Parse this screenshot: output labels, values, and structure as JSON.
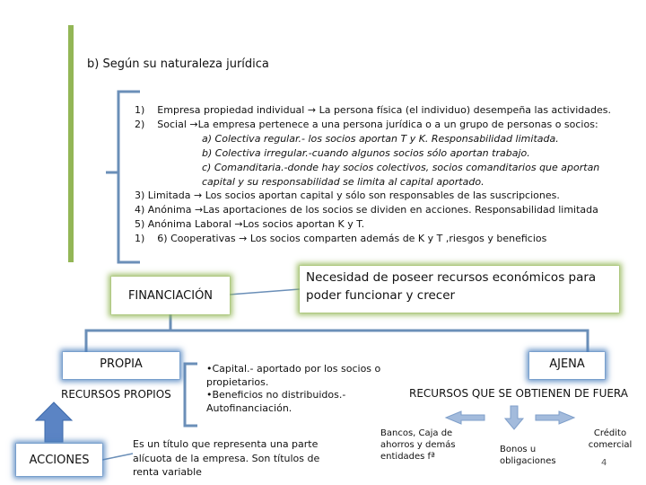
{
  "heading": "b) Según su naturaleza jurídica",
  "list": {
    "item1_num": "1)",
    "item1": "Empresa propiedad individual",
    "item1_rest": "La persona física (el individuo) desempeña las actividades.",
    "item2_num": "2)",
    "item2": "Social",
    "item2_rest": "La empresa pertenece a una persona jurídica o a un grupo de personas o socios:",
    "item2_a": "a) Colectiva regular.- los socios aportan T y K. Responsabilidad limitada.",
    "item2_b": "b) Colectiva irregular.-cuando algunos socios sólo aportan trabajo.",
    "item2_c1": "c) Comanditaria.-donde hay socios colectivos, socios comanditarios que aportan",
    "item2_c2": "capital  y su responsabilidad se limita al capital aportado.",
    "item3": "3) Limitada",
    "item3_rest": "Los socios aportan capital y sólo son responsables de las suscripciones.",
    "item4": "4) Anónima",
    "item4_rest": "Las aportaciones de los socios se dividen en acciones. Responsabilidad limitada",
    "item5": "5) Anónima Laboral",
    "item5_rest": "Los socios aportan K y T.",
    "item6_num": "1)",
    "item6": "6) Cooperativas",
    "item6_rest": "Los socios comparten además de K y T ,riesgos y beneficios",
    "arrow": "→"
  },
  "financiacion": "FINANCIACIÓN",
  "necesidad": "Necesidad de poseer recursos económicos para poder funcionar y crecer",
  "propia": "PROPIA",
  "ajena": "AJENA",
  "recursos_propios": "RECURSOS PROPIOS",
  "recursos_fuera": "RECURSOS QUE SE OBTIENEN DE FUERA",
  "capital": {
    "line1": "•Capital.- aportado por los socios o propietarios.",
    "line2": "•Beneficios no distribuidos.- Autofinanciación."
  },
  "acciones": "ACCIONES",
  "titulo": "Es un título que representa una parte alícuota de la empresa. Son títulos de renta variable",
  "bancos": "Bancos, Caja de ahorros y demás entidades fª",
  "bonos": "Bonos u obligaciones",
  "credito": "Crédito comercial",
  "page_number": "4",
  "colors": {
    "green_accent": "#93b656",
    "blue_accent": "#4f81bd",
    "connector": "#6b8fb8"
  }
}
